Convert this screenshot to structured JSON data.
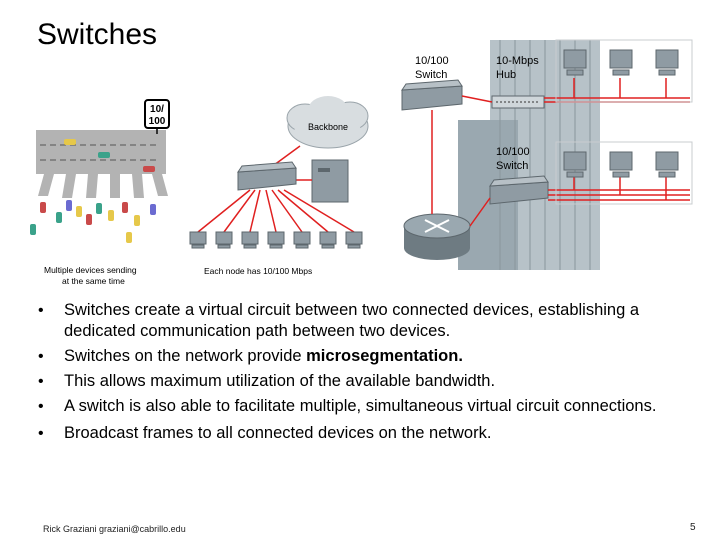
{
  "title": "Switches",
  "figure": {
    "road_sign": [
      "10/",
      "100"
    ],
    "left_caption": [
      "Multiple devices sending",
      "at the same time"
    ],
    "backbone_label": "Backbone",
    "nodes_caption": "Each node has 10/100 Mbps",
    "switch_top_label": [
      "10/100",
      "Switch"
    ],
    "hub_label": [
      "10-Mbps",
      "Hub"
    ],
    "switch_bottom_label": [
      "10/100",
      "Switch"
    ]
  },
  "bullets": [
    {
      "text": "Switches create a virtual circuit between two connected devices, establishing a dedicated communication path between two devices.",
      "bold": ""
    },
    {
      "text": "Switches on the network provide ",
      "bold": "microsegmentation."
    },
    {
      "text": "This allows maximum utilization of the available bandwidth.",
      "bold": ""
    },
    {
      "text": "A switch is also able to facilitate multiple, simultaneous virtual circuit connections.",
      "bold": ""
    },
    {
      "text": "Broadcast frames to all connected devices on the network.",
      "bold": ""
    }
  ],
  "footer": {
    "author": "Rick Graziani  graziani@cabrillo.edu",
    "page": "5"
  },
  "colors": {
    "link_red": "#e02020",
    "tower_gray": "#9aa8b0",
    "device_gray": "#8f9ba3"
  }
}
